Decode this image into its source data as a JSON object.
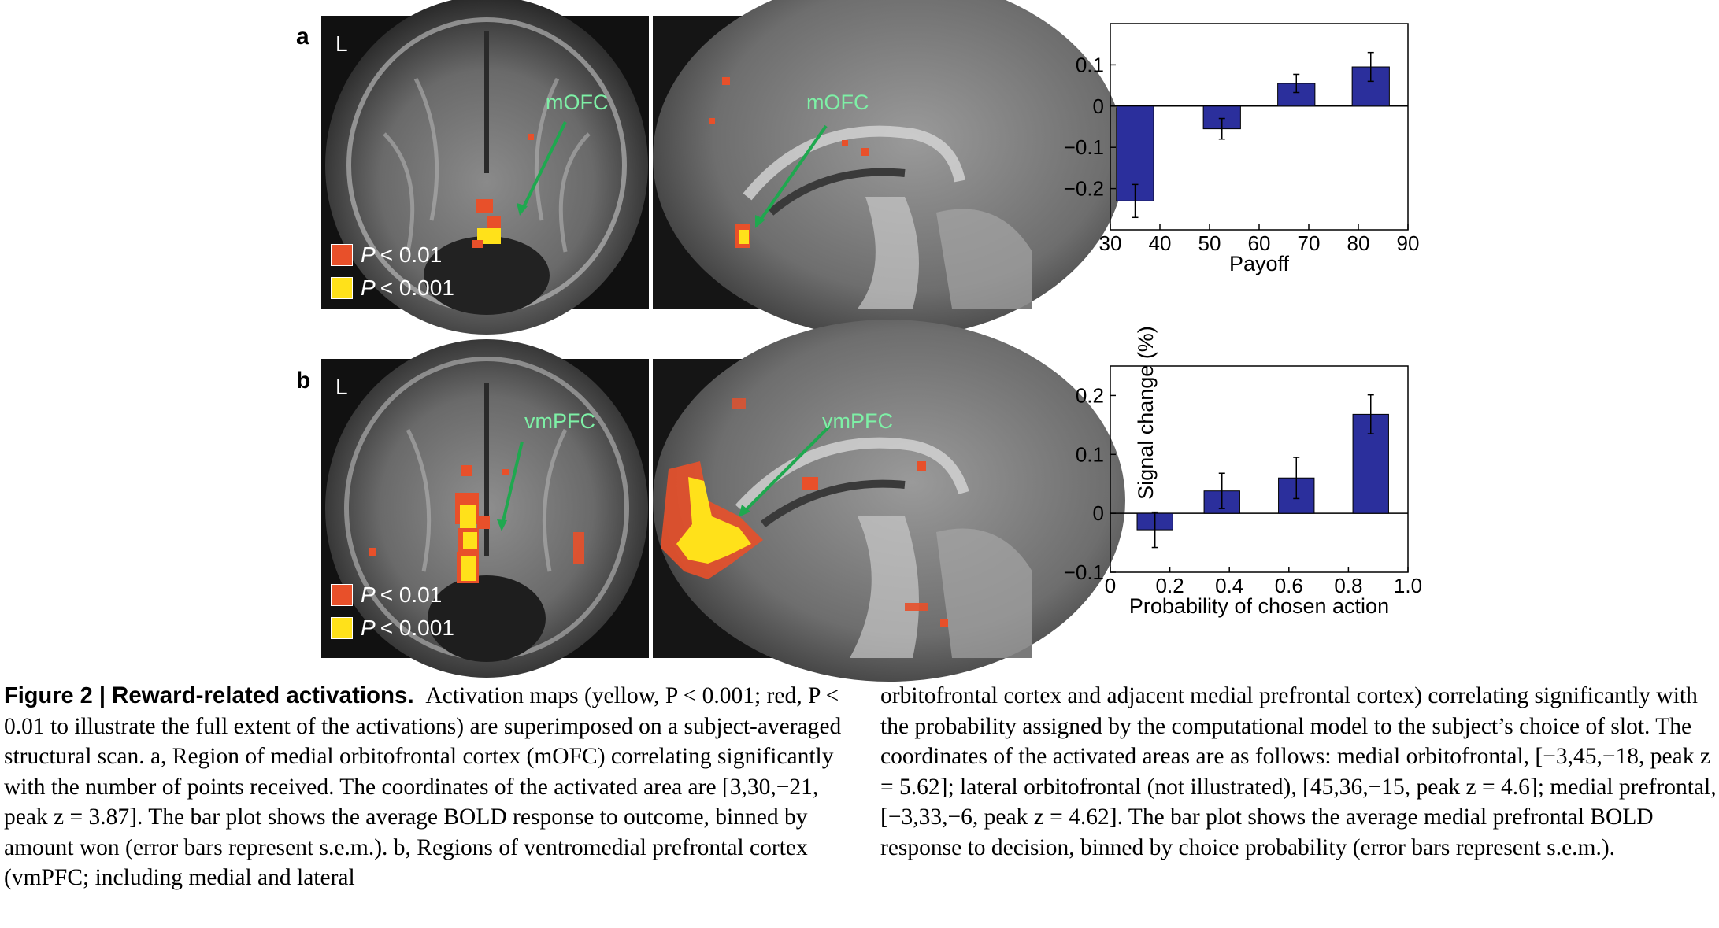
{
  "figure": {
    "panel_a_letter": "a",
    "panel_b_letter": "b",
    "side_marker": "L",
    "labels": {
      "a_coronal": "mOFC",
      "a_sagittal": "mOFC",
      "b_coronal": "vmPFC",
      "b_sagittal": "vmPFC"
    },
    "legend": {
      "red": {
        "p": "P",
        "text": "< 0.01",
        "color": "#e8502a"
      },
      "yellow": {
        "p": "P",
        "text": "< 0.001",
        "color": "#ffe11a"
      }
    },
    "shared_ylabel": "Signal change (%)",
    "colors": {
      "bar": "#2b2f9c",
      "arrow": "#1fa84f",
      "label": "#7ef0a6"
    }
  },
  "chart_data": [
    {
      "type": "bar",
      "x": [
        35,
        52.5,
        67.5,
        82.5
      ],
      "values": [
        -0.23,
        -0.055,
        0.055,
        0.095
      ],
      "errors": [
        0.04,
        0.025,
        0.022,
        0.035
      ],
      "xlabel": "Payoff",
      "ylabel": "Signal change (%)",
      "xlim": [
        30,
        90
      ],
      "ylim": [
        -0.3,
        0.2
      ],
      "xticks": [
        "30",
        "40",
        "50",
        "60",
        "70",
        "80",
        "90"
      ],
      "yticks": [
        "0.1",
        "0",
        "−0.1",
        "−0.2"
      ],
      "grid": false
    },
    {
      "type": "bar",
      "x": [
        0.15,
        0.375,
        0.625,
        0.875
      ],
      "values": [
        -0.028,
        0.038,
        0.06,
        0.168
      ],
      "errors": [
        0.03,
        0.03,
        0.035,
        0.033
      ],
      "xlabel": "Probability of chosen action",
      "ylabel": "Signal change (%)",
      "xlim": [
        0,
        1.0
      ],
      "ylim": [
        -0.1,
        0.25
      ],
      "xticks": [
        "0",
        "0.2",
        "0.4",
        "0.6",
        "0.8",
        "1.0"
      ],
      "yticks": [
        "0.2",
        "0.1",
        "0",
        "−0.1"
      ],
      "grid": false
    }
  ],
  "caption": {
    "fig_label": "Figure 2 | ",
    "title": "Reward-related activations.",
    "left_text": "Activation maps (yellow, P < 0.001; red, P < 0.01 to illustrate the full extent of the activations) are superimposed on a subject-averaged structural scan. a, Region of medial orbitofrontal cortex (mOFC) correlating significantly with the number of points received. The coordinates of the activated area are [3,30,−21, peak z = 3.87]. The bar plot shows the average BOLD response to outcome, binned by amount won (error bars represent s.e.m.). b, Regions of ventromedial prefrontal cortex (vmPFC; including medial and lateral",
    "right_text": "orbitofrontal cortex and adjacent medial prefrontal cortex) correlating significantly with the probability assigned by the computational model to the subject’s choice of slot. The coordinates of the activated areas are as follows: medial orbitofrontal, [−3,45,−18, peak z = 5.62]; lateral orbitofrontal (not illustrated), [45,36,−15, peak z = 4.6]; medial prefrontal, [−3,33,−6, peak z = 4.62]. The bar plot shows the average medial prefrontal BOLD response to decision, binned by choice probability (error bars represent s.e.m.)."
  }
}
